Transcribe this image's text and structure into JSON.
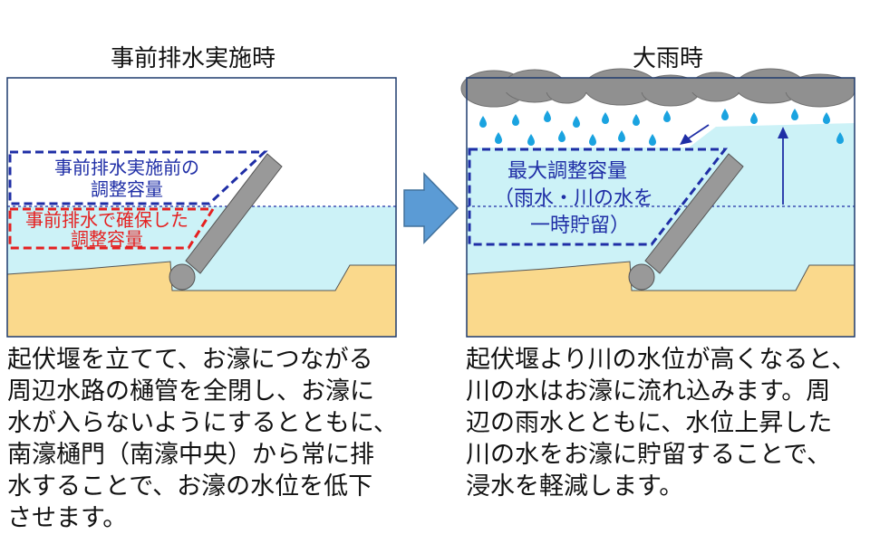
{
  "left_panel": {
    "title": "事前排水実施時",
    "label_blue_lines": [
      "事前排水実施前の",
      "調整容量"
    ],
    "label_red_lines": [
      "事前排水で確保した",
      "調整容量"
    ],
    "caption_lines": [
      "起伏堰を立てて、お濠につながる",
      "周辺水路の樋管を全閉し、お濠に",
      "水が入らないようにするとともに、",
      "南濠樋門（南濠中央）から常に排",
      "水することで、お濠の水位を低下",
      "させます。"
    ]
  },
  "right_panel": {
    "title": "大雨時",
    "label_lines": [
      "最大調整容量",
      "（雨水・川の水を",
      "一時貯留）"
    ],
    "caption_lines": [
      "起伏堰より川の水位が高くなると、",
      "川の水はお濠に流れ込みます。周",
      "辺の雨水とともに、水位上昇した",
      "川の水をお濠に貯留することで、",
      "浸水を軽減します。"
    ]
  },
  "colors": {
    "water": "#ccf2f7",
    "ground": "#fad98c",
    "blue_dash": "#1f2ea6",
    "red_dash": "#e52020",
    "arrow": "#5b9bd5",
    "cloud": "#909090",
    "rain": "#1aa3e0"
  }
}
